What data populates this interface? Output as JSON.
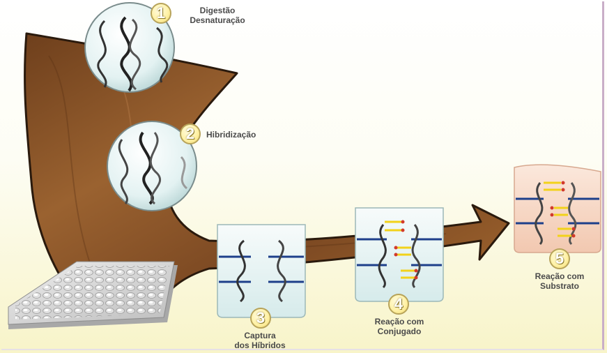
{
  "steps": [
    {
      "number": "1",
      "label_line1": "Digestão",
      "label_line2": "Desnaturação"
    },
    {
      "number": "2",
      "label_line1": "Hibridização",
      "label_line2": ""
    },
    {
      "number": "3",
      "label_line1": "Captura",
      "label_line2": "dos Híbridos"
    },
    {
      "number": "4",
      "label_line1": "Reação com",
      "label_line2": "Conjugado"
    },
    {
      "number": "5",
      "label_line1": "Reação com",
      "label_line2": "Substrato"
    }
  ],
  "colors": {
    "arrow": "#8a5426",
    "arrow_edge": "#2a1a0d",
    "probe_blue": "#1d3f8a",
    "conjugate_yellow": "#f2d21a",
    "substrate_red": "#d23a2a",
    "circle_fill": "#e6f3f3"
  }
}
